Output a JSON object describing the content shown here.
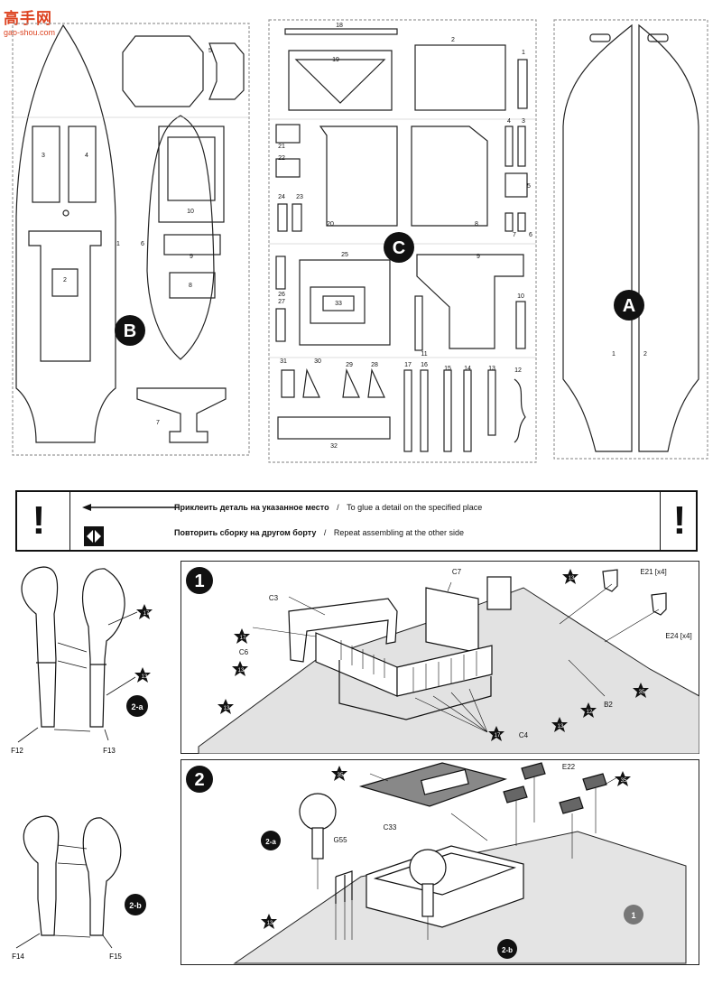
{
  "watermark": {
    "logo": "高手网",
    "url": "gao-shou.com"
  },
  "sprues": {
    "A": {
      "badge": "A",
      "parts": [
        "1",
        "2"
      ]
    },
    "B": {
      "badge": "B",
      "parts": [
        "1",
        "2",
        "3",
        "4",
        "5",
        "6",
        "7",
        "8",
        "9",
        "10"
      ]
    },
    "C": {
      "badge": "C",
      "parts": [
        "1",
        "2",
        "3",
        "4",
        "5",
        "6",
        "7",
        "8",
        "9",
        "10",
        "11",
        "12",
        "13",
        "14",
        "15",
        "16",
        "17",
        "18",
        "19",
        "20",
        "21",
        "22",
        "23",
        "24",
        "25",
        "26",
        "27",
        "28",
        "29",
        "30",
        "31",
        "32",
        "33"
      ]
    }
  },
  "legend": {
    "glue_ru": "Приклеить деталь на указанное место",
    "glue_sep": "/",
    "glue_en": "To glue a detail on the specified place",
    "repeat_ru": "Повторить сборку на другом борту",
    "repeat_sep": "/",
    "repeat_en": "Repeat assembling at the other side",
    "mark": "!"
  },
  "substeps": {
    "a": {
      "badge": "2-a",
      "left_part": "F12",
      "right_part": "F13",
      "paint_top": "17",
      "paint_bottom": "13"
    },
    "b": {
      "badge": "2-b",
      "left_part": "F14",
      "right_part": "F15"
    }
  },
  "step1": {
    "number": "1",
    "labels": {
      "c3": "C3",
      "c7": "C7",
      "e21": "E21 [x4]",
      "e24": "E24 [x4]",
      "c6": "C6",
      "b2": "B2",
      "c4": "C4"
    },
    "paints": [
      "13",
      "17",
      "13",
      "13",
      "35",
      "12",
      "13",
      "17"
    ]
  },
  "step2": {
    "number": "2",
    "labels": {
      "e22": "E22",
      "c33": "C33",
      "g55": "G55",
      "sub_a": "2-a",
      "sub_b": "2-b",
      "ref": "1"
    },
    "paints": [
      "35",
      "35",
      "13"
    ]
  }
}
